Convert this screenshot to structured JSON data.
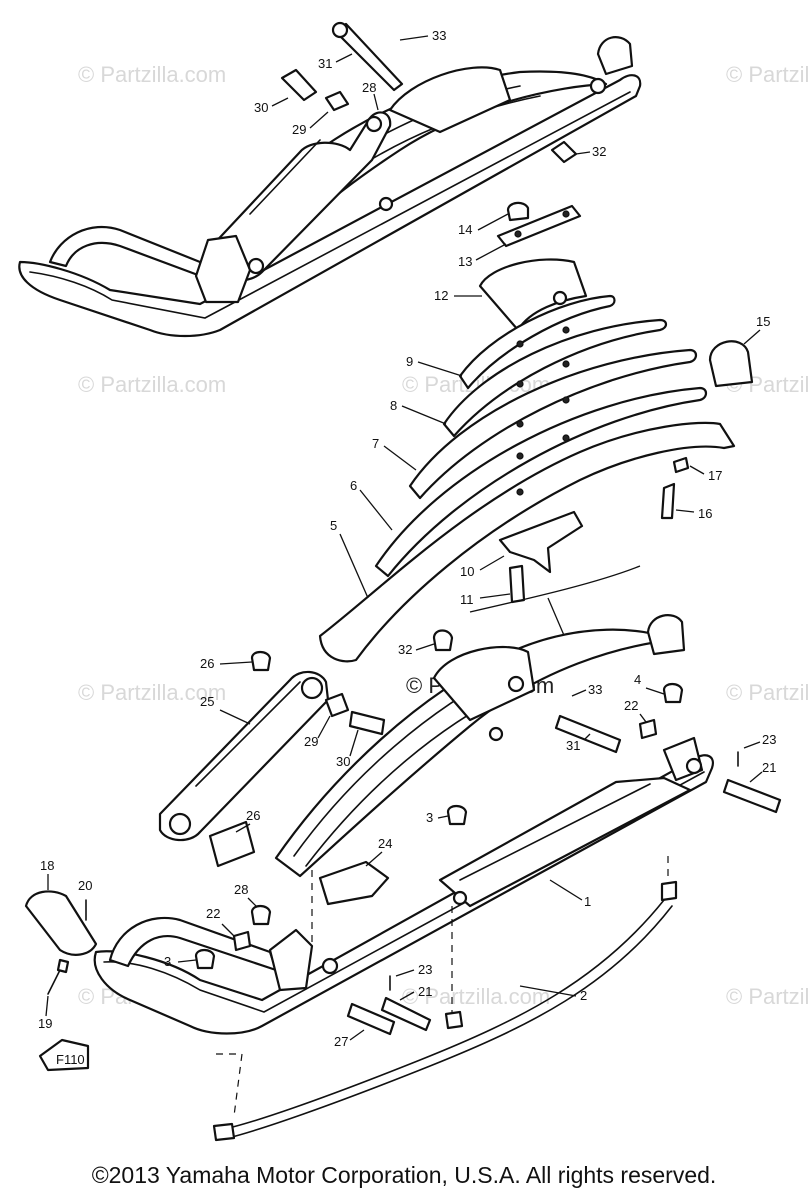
{
  "watermark": "© Partzilla.com",
  "copyright": "©2013  Yamaha Motor Corporation, U.S.A. All rights reserved.",
  "fig_label": "F110",
  "callouts": {
    "c33a": "33",
    "c31a": "31",
    "c30a": "30",
    "c29a": "29",
    "c28a": "28",
    "c32a": "32",
    "c14": "14",
    "c13": "13",
    "c12": "12",
    "c15": "15",
    "c9": "9",
    "c8": "8",
    "c7": "7",
    "c6": "6",
    "c17": "17",
    "c16": "16",
    "c5": "5",
    "c10": "10",
    "c11": "11",
    "c32b": "32",
    "c26a": "26",
    "c33b": "33",
    "c4": "4",
    "c25": "25",
    "c29b": "29",
    "c30b": "30",
    "c22a": "22",
    "c31b": "31",
    "c23a": "23",
    "c21a": "21",
    "c3a": "3",
    "c26b": "26",
    "c24": "24",
    "c18": "18",
    "c20": "20",
    "c1": "1",
    "c28b": "28",
    "c22b": "22",
    "c3b": "3",
    "c23b": "23",
    "c21b": "21",
    "c2": "2",
    "c27": "27",
    "c19": "19"
  }
}
